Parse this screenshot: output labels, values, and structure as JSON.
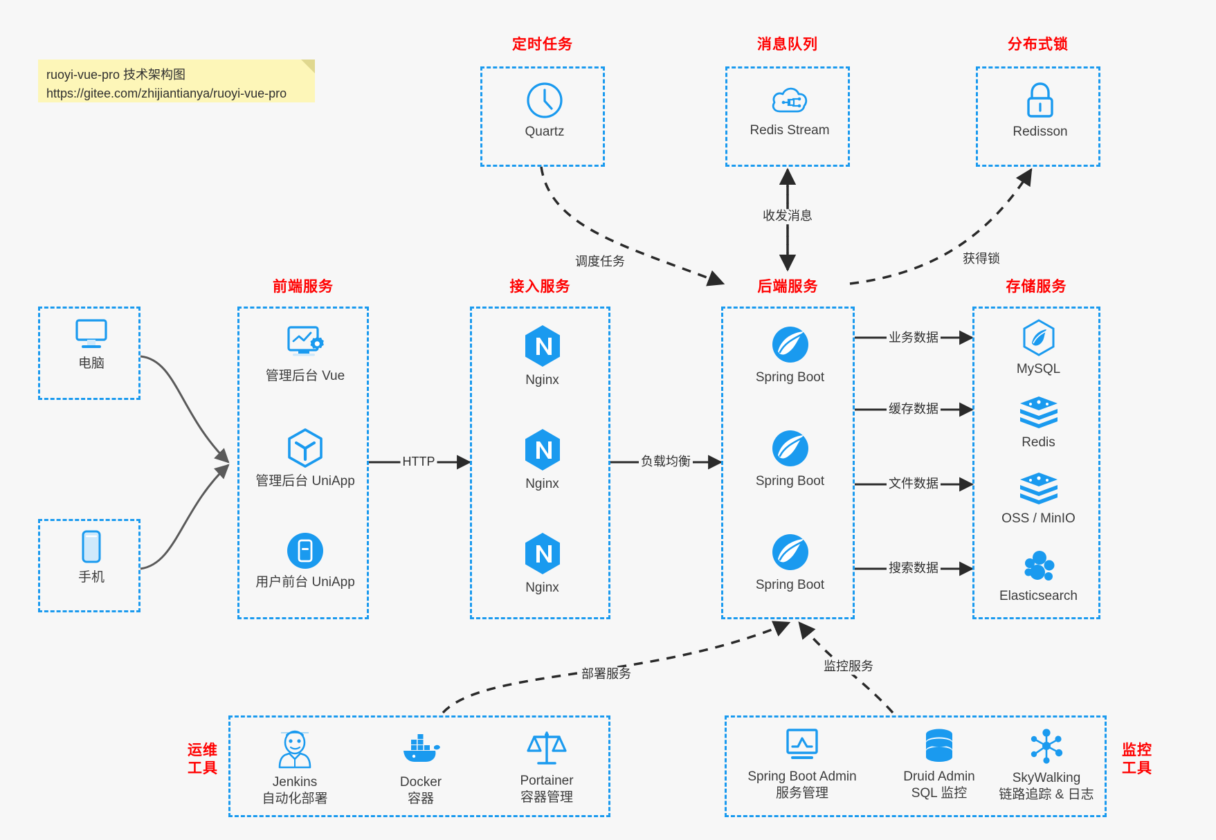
{
  "note": {
    "line1": "ruoyi-vue-pro 技术架构图",
    "line2": "https://gitee.com/zhijiantianya/ruoyi-vue-pro"
  },
  "groups": {
    "scheduled_task": {
      "title": "定时任务"
    },
    "message_queue": {
      "title": "消息队列"
    },
    "distributed_lock": {
      "title": "分布式锁"
    },
    "frontend_service": {
      "title": "前端服务"
    },
    "gateway_service": {
      "title": "接入服务"
    },
    "backend_service": {
      "title": "后端服务"
    },
    "storage_service": {
      "title": "存储服务"
    },
    "devops_tools": {
      "title_line1": "运维",
      "title_line2": "工具"
    },
    "monitor_tools": {
      "title_line1": "监控",
      "title_line2": "工具"
    }
  },
  "nodes": {
    "quartz": {
      "label": "Quartz",
      "icon": "clock-icon"
    },
    "redis_stream": {
      "label": "Redis Stream",
      "icon": "cloud-stream-icon"
    },
    "redisson": {
      "label": "Redisson",
      "icon": "lock-icon"
    },
    "computer": {
      "label": "电脑",
      "icon": "desktop-monitor-icon"
    },
    "phone": {
      "label": "手机",
      "icon": "mobile-phone-icon"
    },
    "admin_vue": {
      "label": "管理后台 Vue",
      "icon": "dashboard-gear-icon"
    },
    "admin_uniapp": {
      "label": "管理后台 UniApp",
      "icon": "uniapp-cube-icon"
    },
    "user_uniapp": {
      "label": "用户前台 UniApp",
      "icon": "app-phone-icon"
    },
    "nginx_1": {
      "label": "Nginx",
      "icon": "nginx-icon"
    },
    "nginx_2": {
      "label": "Nginx",
      "icon": "nginx-icon"
    },
    "nginx_3": {
      "label": "Nginx",
      "icon": "nginx-icon"
    },
    "springboot_1": {
      "label": "Spring Boot",
      "icon": "spring-boot-icon"
    },
    "springboot_2": {
      "label": "Spring Boot",
      "icon": "spring-boot-icon"
    },
    "springboot_3": {
      "label": "Spring Boot",
      "icon": "spring-boot-icon"
    },
    "mysql": {
      "label": "MySQL",
      "icon": "mysql-dolphin-icon"
    },
    "redis": {
      "label": "Redis",
      "icon": "redis-stack-icon"
    },
    "oss_minio": {
      "label": "OSS / MinIO",
      "icon": "oss-stack-icon"
    },
    "elasticsearch": {
      "label": "Elasticsearch",
      "icon": "elasticsearch-icon"
    },
    "jenkins": {
      "label": "Jenkins",
      "sublabel": "自动化部署",
      "icon": "jenkins-butler-icon"
    },
    "docker": {
      "label": "Docker",
      "sublabel": "容器",
      "icon": "docker-whale-icon"
    },
    "portainer": {
      "label": "Portainer",
      "sublabel": "容器管理",
      "icon": "portainer-scale-icon"
    },
    "spring_boot_admin": {
      "label": "Spring Boot Admin",
      "sublabel": "服务管理",
      "icon": "monitor-chart-icon"
    },
    "druid_admin": {
      "label": "Druid Admin",
      "sublabel": "SQL 监控",
      "icon": "database-cylinder-icon"
    },
    "skywalking": {
      "label": "SkyWalking",
      "sublabel": "链路追踪 & 日志",
      "icon": "skywalking-node-icon"
    }
  },
  "edges": {
    "schedule_task": "调度任务",
    "send_receive_message": "收发消息",
    "acquire_lock": "获得锁",
    "http": "HTTP",
    "load_balance": "负载均衡",
    "business_data": "业务数据",
    "cache_data": "缓存数据",
    "file_data": "文件数据",
    "search_data": "搜索数据",
    "deploy_service": "部署服务",
    "monitor_service": "监控服务"
  },
  "colors": {
    "accent_blue": "#1a9aef",
    "title_red": "#ff0000",
    "wire_gray": "#5a5a5a",
    "wire_black": "#2a2a2a",
    "note_yellow": "#fdf6b8",
    "background": "#f7f7f7"
  }
}
